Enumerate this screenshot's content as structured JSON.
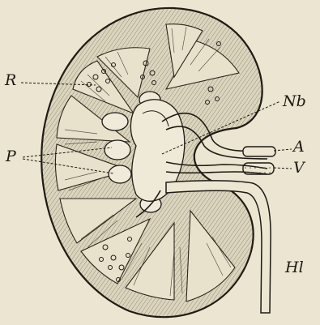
{
  "labels": {
    "r": "R",
    "p": "P",
    "nb": "Nb",
    "a": "A",
    "v": "V",
    "hl": "Hl"
  },
  "colors": {
    "paper": "#ebe5d2",
    "ink": "#1e1a14",
    "cortex": "#d9d2bb",
    "pelvis": "#efe9d8"
  }
}
